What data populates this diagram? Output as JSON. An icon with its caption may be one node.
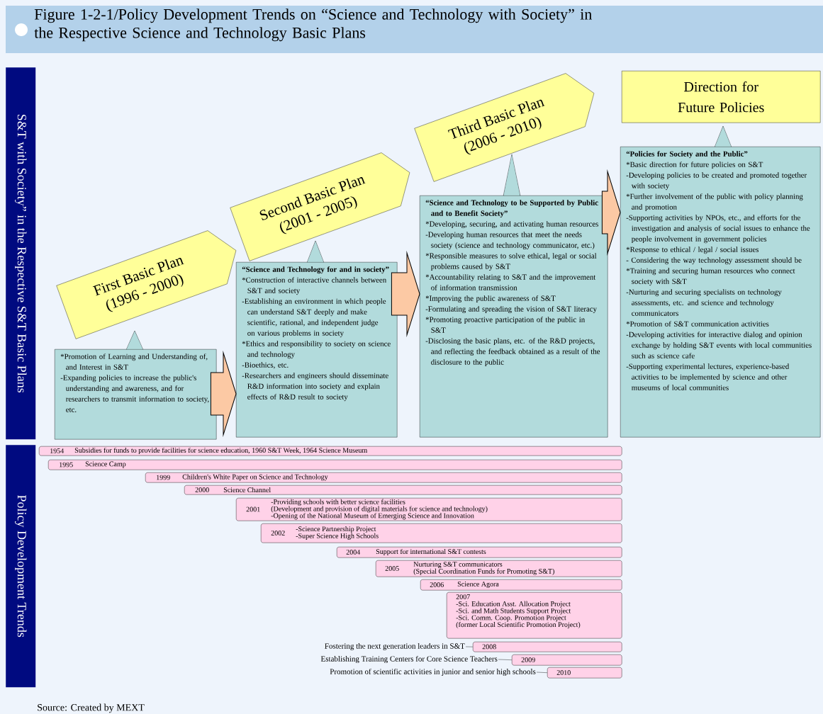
{
  "diagram": {
    "title": "Figure 1-2-1/Policy Development Trends on “Science and Technology with Society” in the Respective Science and Technology Basic Plans",
    "caption": "Source: Created by MEXT",
    "nodes": [
      {
        "text": [
          "S&T with Society” in the Respective S&T Basic Plans"
        ]
      },
      {
        "text": [
          "First Basic Plan",
          "(1996 - 2000)"
        ]
      },
      {
        "text": [
          "*Promotion of Learning and Understanding of, and Interest in S&T",
          "-Expanding policies to increase the public's understanding and awareness, and for researchers to transmit information to society, etc."
        ]
      },
      {
        "text": [
          "Second Basic Plan",
          "(2001 - 2005)"
        ]
      },
      {
        "text": [
          "“Science and Technology for and in society”",
          "*Construction of interactive channels between S&T and society",
          "-Establishing an environment in which people can understand S&T deeply and make scientific, rational, and independent judge on various problems in society",
          "*Ethics and responsibility to society on science and technology",
          "-Bioethics, etc.",
          "-Researchers and engineers should disseminate R&D information into society and explain effects of R&D result to society"
        ]
      },
      {
        "text": [
          "Third Basic Plan",
          "(2006 - 2010)"
        ]
      },
      {
        "text": [
          "“Science and Technology to be Supported by Public and to Benefit Society”",
          "*Developing, securing, and activating human resources",
          "-Developing human resources that meet the needs society (science and technology communicator, etc.)",
          "*Responsible measures to solve ethical, legal or social problems caused by S&T",
          "*Accountability relating to S&T and the improvement of information transmission",
          "*Improving the public awareness of S&T",
          "-Formulating and spreading the vision of S&T literacy",
          "*Promoting proactive participation of the public in S&T",
          "-Disclosing the basic plans, etc. of the R&D projects, and reflecting the feedback obtained as a result of the disclosure to the public"
        ]
      },
      {
        "text": [
          "Direction for Future Policies"
        ]
      },
      {
        "text": [
          "“Policies for Society and the Public”",
          "*Basic direction for future policies on S&T",
          "-Developing policies to be created and promoted together with society",
          "*Further involvement of the public with policy planning and promotion",
          "-Supporting activities by NPOs, etc., and efforts for the investigation and analysis of social issues to enhance the people involvement in government policies",
          "*Response to ethical / legal / social issues",
          "- Considering the way technology assessment should be",
          "*Training and securing human resources who connect society with S&T",
          "-Nurturing and securing specialists on technology assessments, etc. and science and technology communicators",
          "*Promotion of S&T communication activities",
          "-Developing activities for interactive dialog and opinion exchange by holding S&T events with local communities such as science cafe",
          "-Supporting experimental lectures, experience-based activities to be implemented by science and other museums of local communities"
        ]
      },
      {
        "text": [
          "Policy Development Trends"
        ]
      },
      {
        "text": [
          "1954",
          "Subsidies for funds to provide facilities for science education, 1960 S&T Week, 1964 Science Museum"
        ]
      },
      {
        "text": [
          "1995",
          "Science Camp"
        ]
      },
      {
        "text": [
          "1999",
          "Children's White Paper on Science and Technology"
        ]
      },
      {
        "text": [
          "2000",
          "Science Channel"
        ]
      },
      {
        "text": [
          "2001",
          "-Providing schools with better science facilities",
          "(Development and provision of digital materials for science and technology)",
          "-Opening of the National Museum of Emerging Science and Innovation"
        ]
      },
      {
        "text": [
          "2002",
          "-Science Partnership Project",
          "-Super Science High Schools"
        ]
      },
      {
        "text": [
          "2004",
          "Support for international S&T contests"
        ]
      },
      {
        "text": [
          "2005",
          "Nurturing S&T communicators",
          "(Special Coordination Funds for Promoting S&T)"
        ]
      },
      {
        "text": [
          "2006",
          "Science Agora"
        ]
      },
      {
        "text": [
          "2007",
          "-Sci. Education Asst. Allocation Project",
          "-Sci. and Math Students Support Project",
          "-Sci. Comm. Coop. Promotion Project",
          "(former Local Scientific Promotion Project)"
        ]
      },
      {
        "text": [
          "Fostering the next generation leaders in S&T"
        ]
      },
      {
        "text": [
          "2008"
        ]
      },
      {
        "text": [
          "Establishing Training Centers for Core Science Teachers"
        ]
      },
      {
        "text": [
          "2009"
        ]
      },
      {
        "text": [
          "Promotion of scientific activities in junior and senior high schools"
        ]
      },
      {
        "text": [
          "2010"
        ]
      }
    ],
    "edges": [
      {
        "from": 2,
        "to": 4,
        "arrow": "to",
        "style": "thick",
        "color": "#fcc9a4"
      },
      {
        "from": 4,
        "to": 6,
        "arrow": "to",
        "style": "thick",
        "color": "#fcc9a4"
      },
      {
        "from": 6,
        "to": 8,
        "arrow": "to",
        "style": "thick",
        "color": "#fcc9a4"
      },
      {
        "from": 20,
        "to": 21,
        "arrow": "none",
        "color": "#000000"
      },
      {
        "from": 22,
        "to": 23,
        "arrow": "none",
        "color": "#000000"
      },
      {
        "from": 24,
        "to": 25,
        "arrow": "none",
        "color": "#000000"
      }
    ]
  }
}
